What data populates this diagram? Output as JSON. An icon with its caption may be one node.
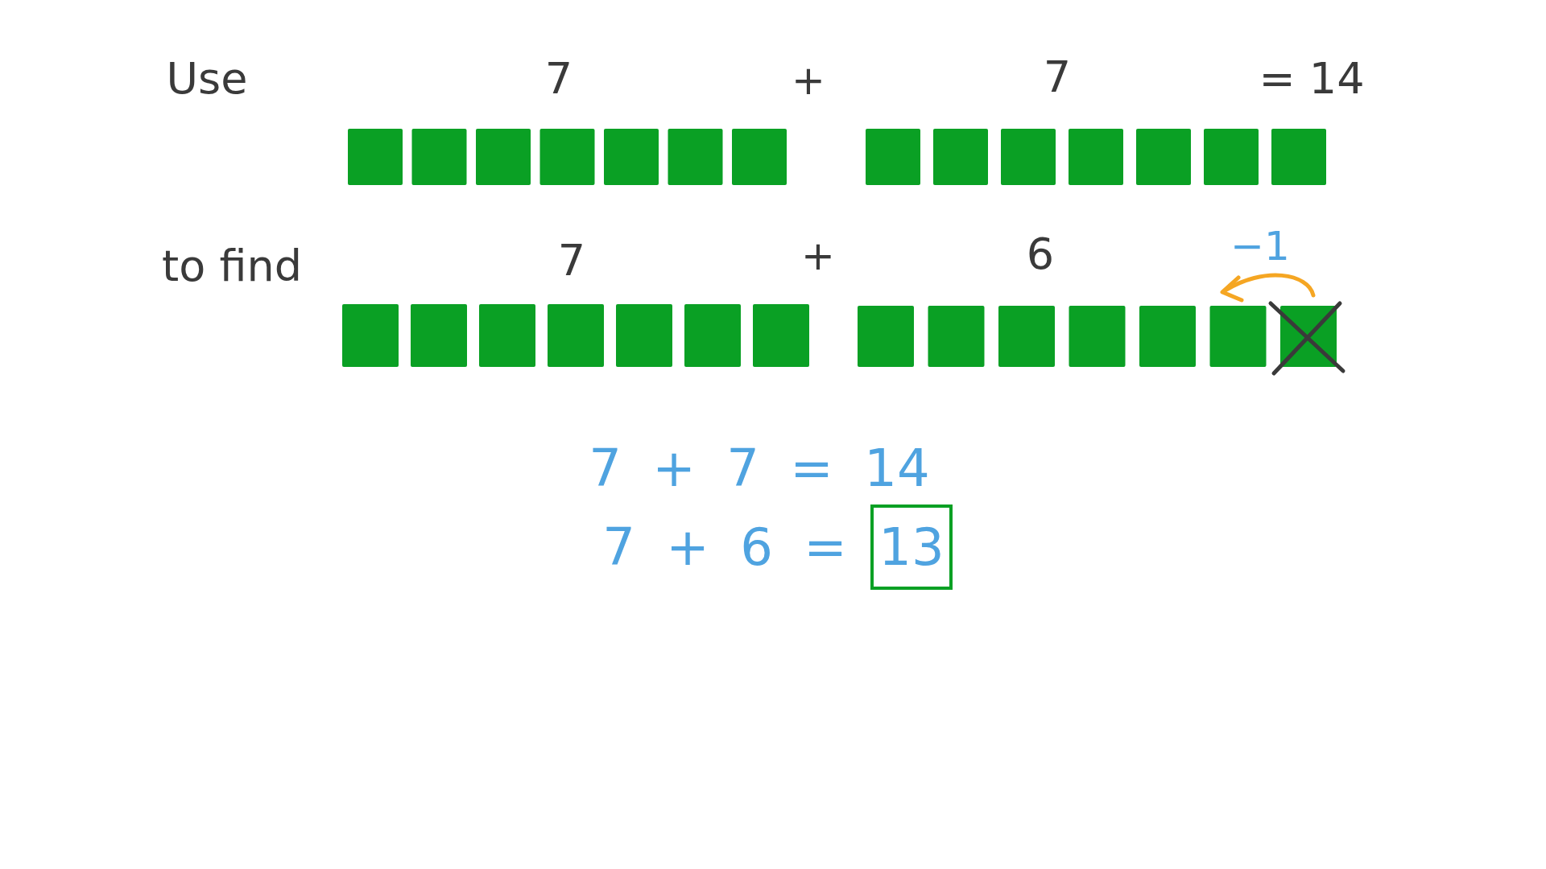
{
  "diagram": {
    "nodes": [
      {
        "text": [
          "13"
        ]
      }
    ],
    "edges": [],
    "labels": [
      "Use",
      "7",
      "+",
      "7",
      "= 14",
      "to find",
      "7",
      "+",
      "6",
      "−1",
      "7 + 7 = 14",
      "7 + 6 ="
    ]
  }
}
